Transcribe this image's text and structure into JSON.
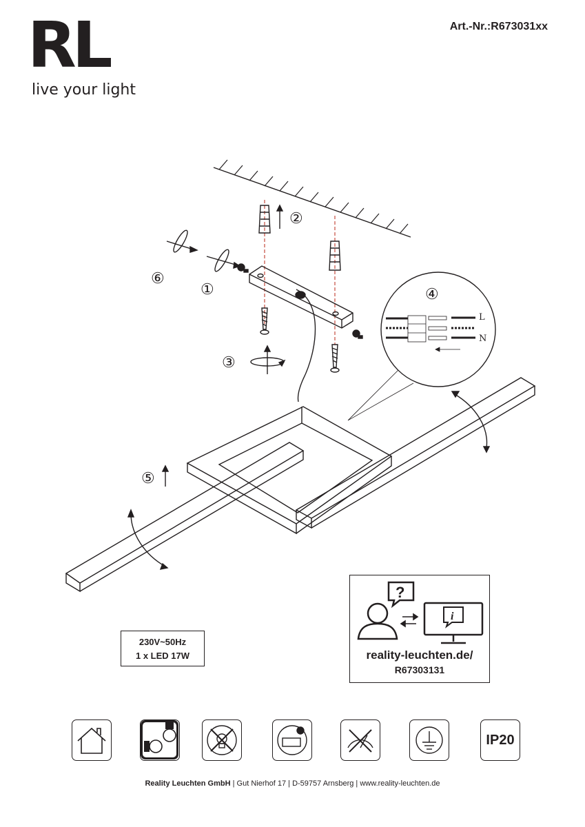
{
  "brand": {
    "logo_letters": "RL",
    "tagline": "live your light"
  },
  "article_number": "Art.-Nr.:R673031xx",
  "steps": {
    "s1": "①",
    "s2": "②",
    "s3": "③",
    "s4": "④",
    "s5": "⑤",
    "s6": "⑥"
  },
  "wiring": {
    "L": "L",
    "N": "N"
  },
  "specs": {
    "voltage": "230V~50Hz",
    "lamp": "1 x LED 17W"
  },
  "website_box": {
    "url": "reality-leuchten.de/",
    "code": "R67303131"
  },
  "symbols": [
    {
      "name": "indoor-use-icon"
    },
    {
      "name": "lamp-bulb-icon"
    },
    {
      "name": "led-not-replaceable-icon"
    },
    {
      "name": "driver-replaceable-icon"
    },
    {
      "name": "not-dimmable-icon"
    },
    {
      "name": "protection-class-1-icon"
    },
    {
      "name": "ip-rating",
      "label": "IP20"
    }
  ],
  "footer": {
    "company": "Reality Leuchten GmbH",
    "address": "Gut Nierhof 17",
    "city": "D-59757 Arnsberg",
    "web": "www.reality-leuchten.de"
  }
}
